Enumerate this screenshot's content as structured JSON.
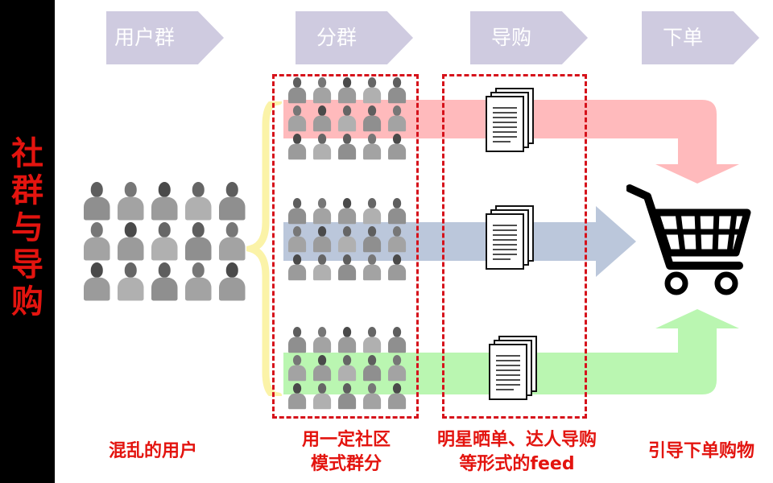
{
  "sidebar": {
    "title_chars": [
      "社",
      "群",
      "与",
      "导",
      "购"
    ]
  },
  "steps": [
    {
      "label": "用户群"
    },
    {
      "label": "分群"
    },
    {
      "label": "导购"
    },
    {
      "label": "下单"
    }
  ],
  "bottom_labels": {
    "chaotic_users": "混乱的用户",
    "grouping_line1": "用一定社区",
    "grouping_line2": "模式群分",
    "feed_line1": "明星晒单、达人导购",
    "feed_line2": "等形式的feed",
    "order": "引导下单购物"
  },
  "colors": {
    "accent_red": "#e3140f",
    "step_bg": "#cfcbe0",
    "band_red": "#ffb3b5",
    "band_blue": "#b7c4d9",
    "band_green": "#b2f5a8",
    "brace_yellow": "#fbf3a8"
  },
  "icons": [
    "person-icon",
    "document-stack-icon",
    "shopping-cart-icon",
    "arrow-right-icon",
    "arrow-down-icon",
    "arrow-up-icon"
  ]
}
